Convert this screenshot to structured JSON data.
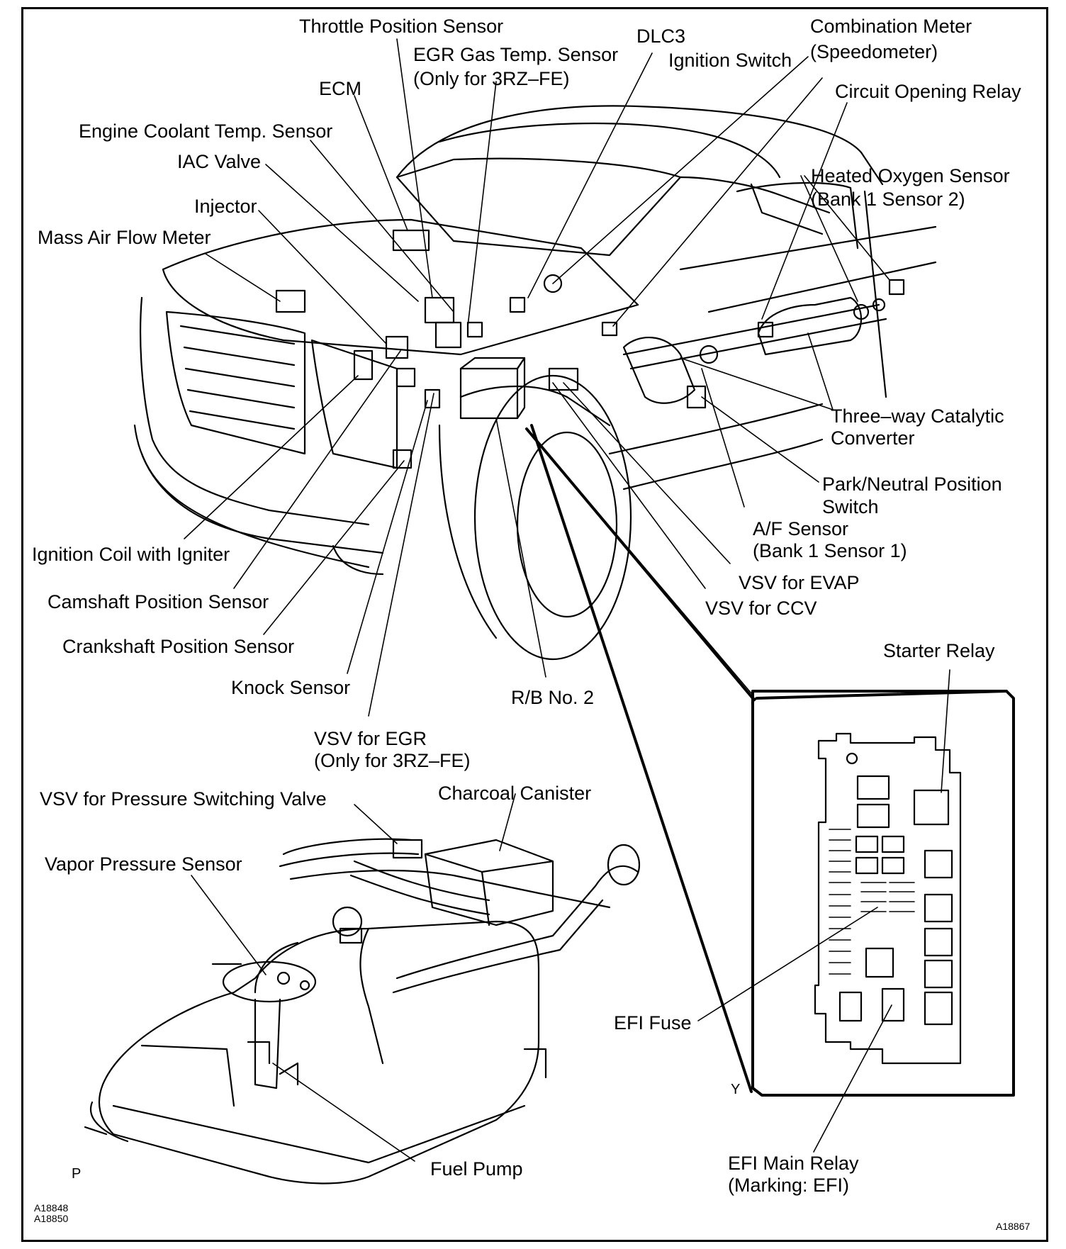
{
  "labels": {
    "throttle_position_sensor": "Throttle Position Sensor",
    "dlc3": "DLC3",
    "combination_meter": [
      "Combination Meter",
      "(Speedometer)"
    ],
    "egr_gas_temp_sensor": [
      "EGR Gas Temp. Sensor",
      "(Only for 3RZ–FE)"
    ],
    "ignition_switch": "Ignition Switch",
    "circuit_opening_relay": "Circuit Opening Relay",
    "ecm": "ECM",
    "engine_coolant_temp_sensor": "Engine Coolant Temp. Sensor",
    "heated_oxygen_sensor": [
      "Heated Oxygen Sensor",
      "(Bank 1 Sensor 2)"
    ],
    "iac_valve": "IAC Valve",
    "injector": "Injector",
    "mass_air_flow_meter": "Mass Air Flow Meter",
    "three_way_catalytic_converter": [
      "Three–way Catalytic",
      "Converter"
    ],
    "park_neutral_position_switch": [
      "Park/Neutral Position",
      "Switch"
    ],
    "af_sensor": [
      "A/F Sensor",
      "(Bank 1 Sensor 1)"
    ],
    "ignition_coil": "Ignition Coil with Igniter",
    "vsv_for_evap": "VSV for EVAP",
    "camshaft_position_sensor": "Camshaft Position Sensor",
    "vsv_for_ccv": "VSV for CCV",
    "crankshaft_position_sensor": "Crankshaft Position Sensor",
    "starter_relay": "Starter Relay",
    "knock_sensor": "Knock Sensor",
    "rb_no2": "R/B No. 2",
    "vsv_for_egr": [
      "VSV for EGR",
      "(Only for 3RZ–FE)"
    ],
    "vsv_pressure_switching_valve": "VSV for Pressure Switching Valve",
    "charcoal_canister": "Charcoal Canister",
    "vapor_pressure_sensor": "Vapor Pressure Sensor",
    "efi_fuse": "EFI Fuse",
    "fuel_pump": "Fuel Pump",
    "efi_main_relay": [
      "EFI Main Relay",
      "(Marking: EFI)"
    ]
  },
  "view_markers": {
    "p": "P",
    "y": "Y"
  },
  "figure_codes": {
    "left": [
      "A18848",
      "A18850"
    ],
    "right": "A18867"
  }
}
